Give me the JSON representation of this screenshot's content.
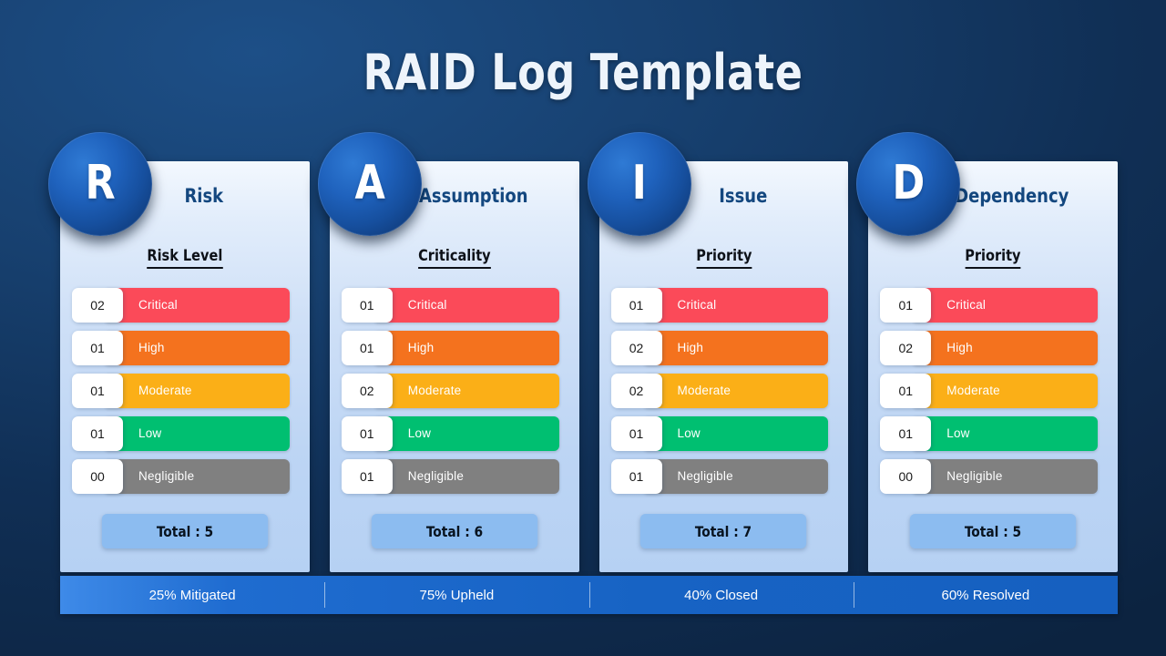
{
  "title": "RAID Log Template",
  "colors": {
    "critical": "#fb4a59",
    "high": "#f4721e",
    "moderate": "#fbaf17",
    "low": "#00bf71",
    "negligible": "#808080",
    "accent_blue": "#1763c4",
    "card_blue": "#8cbcf0",
    "heading_navy": "#13477f"
  },
  "columns": [
    {
      "letter": "R",
      "title": "Risk",
      "subtitle": "Risk Level",
      "rows": [
        {
          "count": "02",
          "label": "Critical",
          "color": "#fb4a59"
        },
        {
          "count": "01",
          "label": "High",
          "color": "#f4721e"
        },
        {
          "count": "01",
          "label": "Moderate",
          "color": "#fbaf17"
        },
        {
          "count": "01",
          "label": "Low",
          "color": "#00bf71"
        },
        {
          "count": "00",
          "label": "Negligible",
          "color": "#808080"
        }
      ],
      "total": "Total : 5",
      "footer": "25% Mitigated"
    },
    {
      "letter": "A",
      "title": "Assumption",
      "subtitle": "Criticality",
      "rows": [
        {
          "count": "01",
          "label": "Critical",
          "color": "#fb4a59"
        },
        {
          "count": "01",
          "label": "High",
          "color": "#f4721e"
        },
        {
          "count": "02",
          "label": "Moderate",
          "color": "#fbaf17"
        },
        {
          "count": "01",
          "label": "Low",
          "color": "#00bf71"
        },
        {
          "count": "01",
          "label": "Negligible",
          "color": "#808080"
        }
      ],
      "total": "Total : 6",
      "footer": "75% Upheld"
    },
    {
      "letter": "I",
      "title": "Issue",
      "subtitle": "Priority",
      "rows": [
        {
          "count": "01",
          "label": "Critical",
          "color": "#fb4a59"
        },
        {
          "count": "02",
          "label": "High",
          "color": "#f4721e"
        },
        {
          "count": "02",
          "label": "Moderate",
          "color": "#fbaf17"
        },
        {
          "count": "01",
          "label": "Low",
          "color": "#00bf71"
        },
        {
          "count": "01",
          "label": "Negligible",
          "color": "#808080"
        }
      ],
      "total": "Total : 7",
      "footer": "40% Closed"
    },
    {
      "letter": "D",
      "title": "Dependency",
      "subtitle": "Priority",
      "rows": [
        {
          "count": "01",
          "label": "Critical",
          "color": "#fb4a59"
        },
        {
          "count": "02",
          "label": "High",
          "color": "#f4721e"
        },
        {
          "count": "01",
          "label": "Moderate",
          "color": "#fbaf17"
        },
        {
          "count": "01",
          "label": "Low",
          "color": "#00bf71"
        },
        {
          "count": "00",
          "label": "Negligible",
          "color": "#808080"
        }
      ],
      "total": "Total : 5",
      "footer": "60% Resolved"
    }
  ]
}
